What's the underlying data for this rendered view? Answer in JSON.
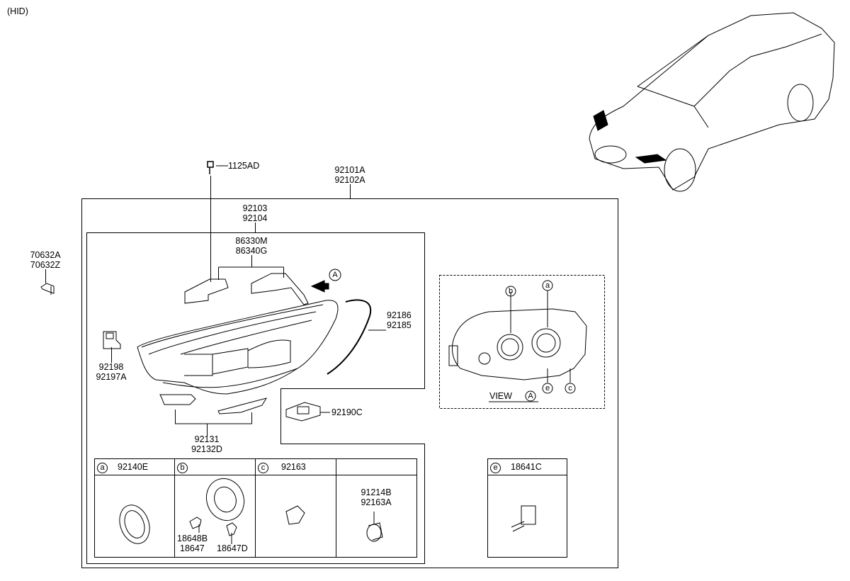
{
  "header": {
    "variant": "(HID)"
  },
  "labels": {
    "screw": "1125AD",
    "assembly": [
      "92101A",
      "92102A"
    ],
    "lamp": [
      "92103",
      "92104"
    ],
    "bracket": [
      "86330M",
      "86340G"
    ],
    "clip": [
      "70632A",
      "70632Z"
    ],
    "actuator": [
      "92198",
      "92197A"
    ],
    "strip": [
      "92186",
      "92185"
    ],
    "lower_brackets": [
      "92131",
      "92132D"
    ],
    "ballast": "92190C",
    "view_marker": "A",
    "view_label": "VIEW",
    "view_callouts": [
      "a",
      "b",
      "c",
      "e"
    ]
  },
  "parts_table": [
    {
      "key": "a",
      "part": "92140E"
    },
    {
      "key": "b",
      "part": "",
      "sub": [
        "18648B",
        "18647",
        "18647D"
      ]
    },
    {
      "key": "c",
      "part": "92163"
    },
    {
      "key": "",
      "part": "",
      "sub": [
        "91214B",
        "92163A"
      ]
    }
  ],
  "e_table": {
    "key": "e",
    "part": "18641C"
  }
}
